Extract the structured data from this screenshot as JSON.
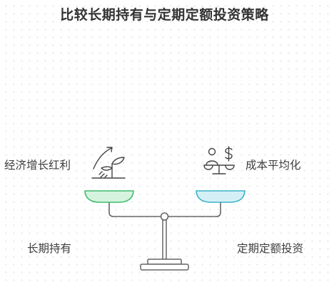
{
  "title": "比较长期持有与定期定额投资策略",
  "left": {
    "top_label": "经济增长红利",
    "bottom_label": "长期持有",
    "icon": "growth-plant-icon",
    "pan_color": "#d6f3df",
    "pan_stroke": "#3dbd6c"
  },
  "right": {
    "top_label": "成本平均化",
    "bottom_label": "定期定额投资",
    "icon": "person-dollar-balance-icon",
    "pan_color": "#d4f0f6",
    "pan_stroke": "#39b2c9"
  },
  "scale_color": "#666666"
}
